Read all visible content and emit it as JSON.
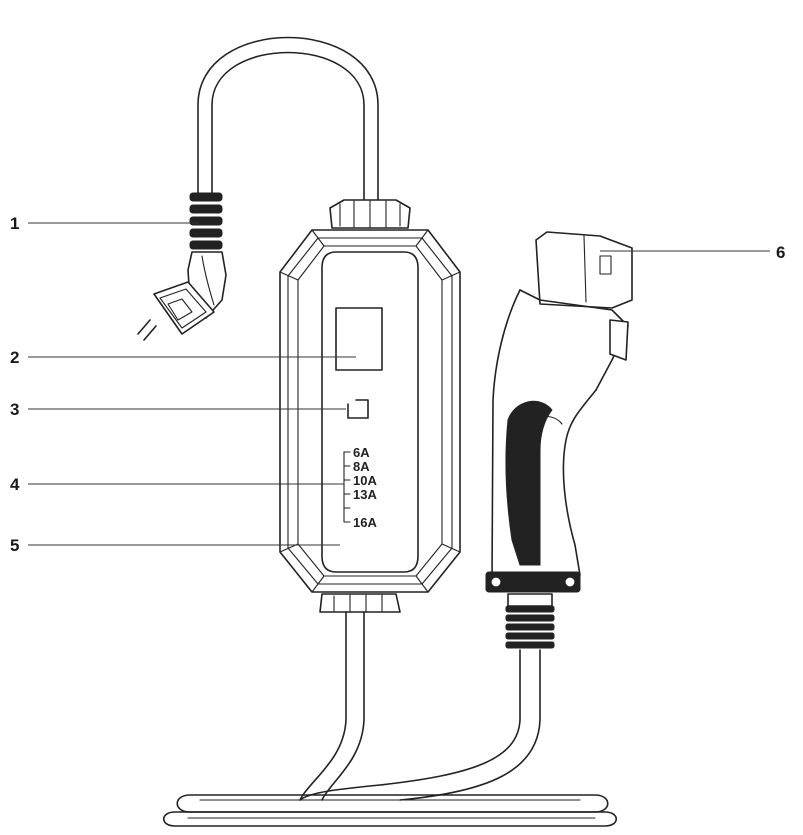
{
  "callouts": [
    {
      "number": "1"
    },
    {
      "number": "2"
    },
    {
      "number": "3"
    },
    {
      "number": "4"
    },
    {
      "number": "5"
    },
    {
      "number": "6"
    }
  ],
  "current_settings": [
    "6A",
    "8A",
    "10A",
    "13A",
    "16A"
  ],
  "colors": {
    "line": "#222222",
    "background": "#ffffff"
  }
}
